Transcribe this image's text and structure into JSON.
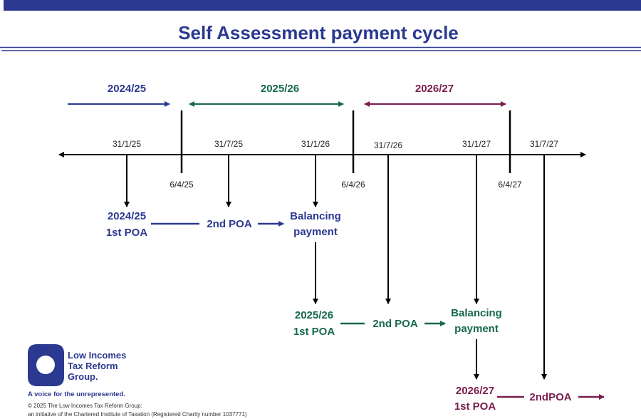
{
  "title": "Self Assessment payment cycle",
  "colors": {
    "blue": "#2b3990",
    "green": "#17694a",
    "maroon": "#7a1d4e",
    "black": "#000000"
  },
  "tax_years": [
    "2024/25",
    "2025/26",
    "2026/27"
  ],
  "dates_above": [
    "31/1/25",
    "31/7/25",
    "31/1/26",
    "31/7/26",
    "31/1/27",
    "31/7/27"
  ],
  "dates_below": [
    "6/4/25",
    "6/4/26",
    "6/4/27"
  ],
  "cycle1": {
    "first_year": "2024/25",
    "first_label": "1st POA",
    "second": "2nd POA",
    "balancing_1": "Balancing",
    "balancing_2": "payment"
  },
  "cycle2": {
    "first_year": "2025/26",
    "first_label": "1st POA",
    "second": "2nd POA",
    "balancing_1": "Balancing",
    "balancing_2": "payment"
  },
  "cycle3": {
    "first_year": "2026/27",
    "first_label": "1st POA",
    "second": "2ndPOA"
  },
  "logo": {
    "line1": "Low Incomes",
    "line2": "Tax Reform",
    "line3": "Group.",
    "tagline": "A voice for the unrepresented."
  },
  "footer": {
    "line1": "© 2025 The Low Incomes Tax Reform Group:",
    "line2": "an initiative of the Chartered Institute of Taxation (Registered Charity number 1037771)"
  }
}
